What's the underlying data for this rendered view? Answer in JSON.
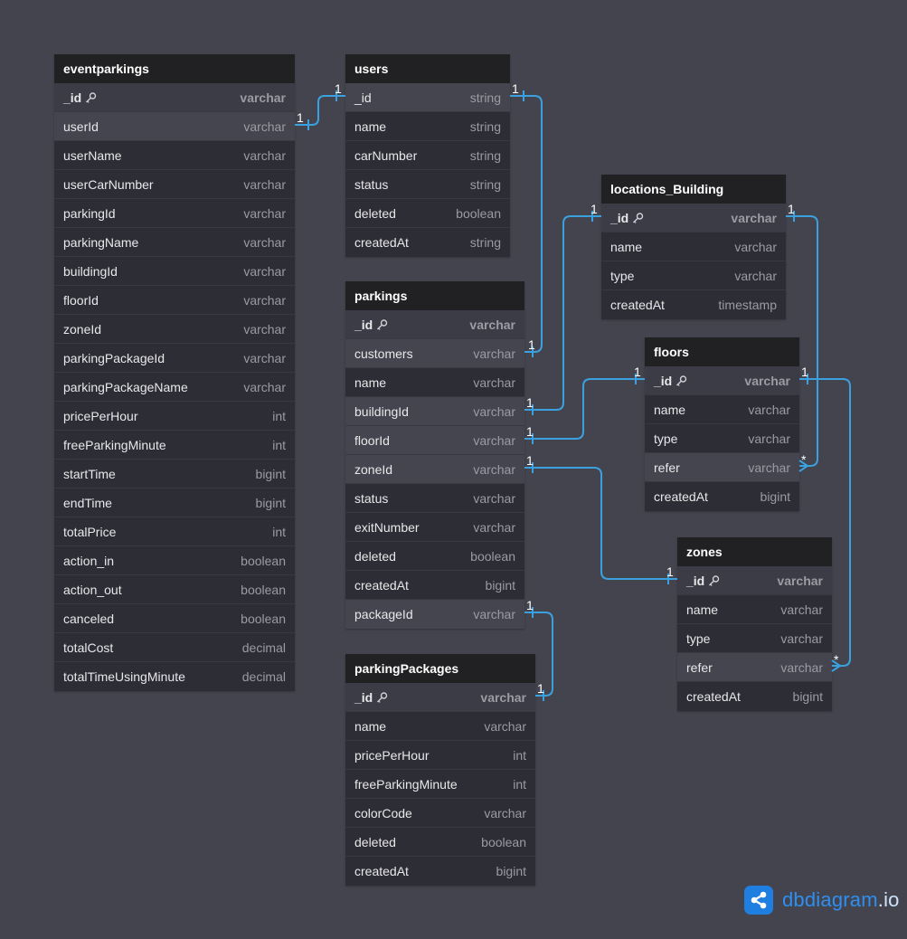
{
  "tables": [
    {
      "id": "eventparkings",
      "title": "eventparkings",
      "fields": [
        {
          "name": "_id",
          "type": "varchar",
          "pk": true
        },
        {
          "name": "userId",
          "type": "varchar",
          "hl": true
        },
        {
          "name": "userName",
          "type": "varchar"
        },
        {
          "name": "userCarNumber",
          "type": "varchar"
        },
        {
          "name": "parkingId",
          "type": "varchar"
        },
        {
          "name": "parkingName",
          "type": "varchar"
        },
        {
          "name": "buildingId",
          "type": "varchar"
        },
        {
          "name": "floorId",
          "type": "varchar"
        },
        {
          "name": "zoneId",
          "type": "varchar"
        },
        {
          "name": "parkingPackageId",
          "type": "varchar"
        },
        {
          "name": "parkingPackageName",
          "type": "varchar"
        },
        {
          "name": "pricePerHour",
          "type": "int"
        },
        {
          "name": "freeParkingMinute",
          "type": "int"
        },
        {
          "name": "startTime",
          "type": "bigint"
        },
        {
          "name": "endTime",
          "type": "bigint"
        },
        {
          "name": "totalPrice",
          "type": "int"
        },
        {
          "name": "action_in",
          "type": "boolean"
        },
        {
          "name": "action_out",
          "type": "boolean"
        },
        {
          "name": "canceled",
          "type": "boolean"
        },
        {
          "name": "totalCost",
          "type": "decimal"
        },
        {
          "name": "totalTimeUsingMinute",
          "type": "decimal"
        }
      ]
    },
    {
      "id": "users",
      "title": "users",
      "fields": [
        {
          "name": "_id",
          "type": "string",
          "hl": true
        },
        {
          "name": "name",
          "type": "string"
        },
        {
          "name": "carNumber",
          "type": "string"
        },
        {
          "name": "status",
          "type": "string"
        },
        {
          "name": "deleted",
          "type": "boolean"
        },
        {
          "name": "createdAt",
          "type": "string"
        }
      ]
    },
    {
      "id": "parkings",
      "title": "parkings",
      "fields": [
        {
          "name": "_id",
          "type": "varchar",
          "pk": true
        },
        {
          "name": "customers",
          "type": "varchar",
          "hl": true
        },
        {
          "name": "name",
          "type": "varchar"
        },
        {
          "name": "buildingId",
          "type": "varchar",
          "hl": true
        },
        {
          "name": "floorId",
          "type": "varchar",
          "hl": true
        },
        {
          "name": "zoneId",
          "type": "varchar",
          "hl": true
        },
        {
          "name": "status",
          "type": "varchar"
        },
        {
          "name": "exitNumber",
          "type": "varchar"
        },
        {
          "name": "deleted",
          "type": "boolean"
        },
        {
          "name": "createdAt",
          "type": "bigint"
        },
        {
          "name": "packageId",
          "type": "varchar",
          "hl": true
        }
      ]
    },
    {
      "id": "parkingPackages",
      "title": "parkingPackages",
      "fields": [
        {
          "name": "_id",
          "type": "varchar",
          "pk": true
        },
        {
          "name": "name",
          "type": "varchar"
        },
        {
          "name": "pricePerHour",
          "type": "int"
        },
        {
          "name": "freeParkingMinute",
          "type": "int"
        },
        {
          "name": "colorCode",
          "type": "varchar"
        },
        {
          "name": "deleted",
          "type": "boolean"
        },
        {
          "name": "createdAt",
          "type": "bigint"
        }
      ]
    },
    {
      "id": "locations_building",
      "title": "locations_Building",
      "fields": [
        {
          "name": "_id",
          "type": "varchar",
          "pk": true
        },
        {
          "name": "name",
          "type": "varchar"
        },
        {
          "name": "type",
          "type": "varchar"
        },
        {
          "name": "createdAt",
          "type": "timestamp"
        }
      ]
    },
    {
      "id": "floors",
      "title": "floors",
      "fields": [
        {
          "name": "_id",
          "type": "varchar",
          "pk": true
        },
        {
          "name": "name",
          "type": "varchar"
        },
        {
          "name": "type",
          "type": "varchar"
        },
        {
          "name": "refer",
          "type": "varchar",
          "hl": true
        },
        {
          "name": "createdAt",
          "type": "bigint"
        }
      ]
    },
    {
      "id": "zones",
      "title": "zones",
      "fields": [
        {
          "name": "_id",
          "type": "varchar",
          "pk": true
        },
        {
          "name": "name",
          "type": "varchar"
        },
        {
          "name": "type",
          "type": "varchar"
        },
        {
          "name": "refer",
          "type": "varchar",
          "hl": true
        },
        {
          "name": "createdAt",
          "type": "bigint"
        }
      ]
    }
  ],
  "relations": [
    {
      "id": "eventparkings-userId-users-_id",
      "from": "eventparkings.userId",
      "to": "users._id",
      "from_card": "1",
      "to_card": "1"
    },
    {
      "id": "users-_id-parkings-customers",
      "from": "users._id",
      "to": "parkings.customers",
      "from_card": "1",
      "to_card": "1"
    },
    {
      "id": "parkings-buildingId-locations_building-_id",
      "from": "parkings.buildingId",
      "to": "locations_Building._id",
      "from_card": "1",
      "to_card": "1"
    },
    {
      "id": "parkings-floorId-floors-_id",
      "from": "parkings.floorId",
      "to": "floors._id",
      "from_card": "1",
      "to_card": "1"
    },
    {
      "id": "parkings-zoneId-zones-_id",
      "from": "parkings.zoneId",
      "to": "zones._id",
      "from_card": "1",
      "to_card": "1"
    },
    {
      "id": "parkings-packageId-parkingPackages-_id",
      "from": "parkings.packageId",
      "to": "parkingPackages._id",
      "from_card": "1",
      "to_card": "1"
    },
    {
      "id": "locations_building-_id-floors-refer",
      "from": "locations_Building._id",
      "to": "floors.refer",
      "from_card": "1",
      "to_card": "*"
    },
    {
      "id": "floors-_id-zones-refer",
      "from": "floors._id",
      "to": "zones.refer",
      "from_card": "1",
      "to_card": "*"
    }
  ],
  "brand": {
    "name": "dbdiagram",
    "suffix": ".io",
    "icon": "share-nodes-icon"
  },
  "colors": {
    "background": "#44444f",
    "header": "#212123",
    "body": "#2d2d35",
    "link": "#3ba1de",
    "brand": "#2f8ff0"
  }
}
